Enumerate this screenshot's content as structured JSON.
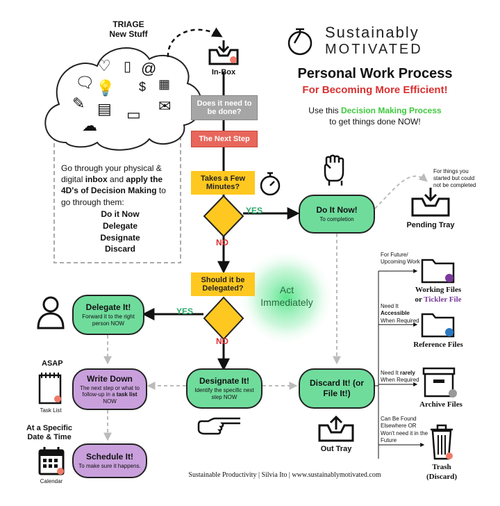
{
  "brand": {
    "line1": "Sustainably",
    "line2": "MOTIVATED"
  },
  "title": {
    "main": "Personal Work Process",
    "sub": "For Becoming More Efficient!"
  },
  "intro": {
    "pre": "Use this ",
    "highlight": "Decision Making Process",
    "post": "to get things done NOW!"
  },
  "triage": {
    "title1": "TRIAGE",
    "title2": "New Stuff"
  },
  "instructions": {
    "p1": "Go through your physical &",
    "p2a": "digital ",
    "p2b": "inbox",
    "p2c": " and ",
    "p2d": "apply the",
    "p3": "4D's of Decision Making",
    "p3b": " to",
    "p4": "go through them:",
    "list": [
      "Do it Now",
      "Delegate",
      "Designate",
      "Discard"
    ]
  },
  "inbox": {
    "label": "In-Box"
  },
  "steps": {
    "need": "Does it need to be done?",
    "next": "The Next Step",
    "takes": "Takes a Few Minutes?",
    "delegated": "Should it be Delegated?"
  },
  "branches": {
    "yes1": "YES",
    "no1": "NO",
    "yes2": "YES",
    "no2": "NO"
  },
  "act": "Act Immediately",
  "doit": {
    "title": "Do It Now!",
    "sub": "To completion"
  },
  "pending": {
    "note": "For things you started but could not be completed",
    "label": "Pending Tray"
  },
  "delegate": {
    "title": "Delegate It!",
    "sub": "Forward it to the right person NOW"
  },
  "designate": {
    "title": "Designate It!",
    "sub": "Identify the specific next step NOW"
  },
  "discard": {
    "title": "Discard It! (or File It!)"
  },
  "outtray": {
    "label": "Out Tray"
  },
  "writedown": {
    "title": "Write Down",
    "sub1": "The next step or what to follow-up in a ",
    "sub_b": "task list",
    "sub2": " NOW"
  },
  "schedule": {
    "title": "Schedule It!",
    "sub": "To make sure it happens."
  },
  "asap": {
    "label": "ASAP",
    "caption": "Task List"
  },
  "specific": {
    "label": "At a Specific Date & Time",
    "caption": "Calendar"
  },
  "files": {
    "working_note": "For Future/ Upcoming Work",
    "working_label": "Working Files",
    "working_or": "or ",
    "tickler": "Tickler File",
    "ref_note1": "Need It",
    "ref_note2": "Accessible",
    "ref_note3": "When Required",
    "ref_label": "Reference Files",
    "archive_note1": "Need It ",
    "archive_note2": "rarely",
    "archive_note3": "When Required",
    "archive_label": "Archive Files",
    "trash_note": "Can Be Found Elsewhere OR Won't need it in the Future",
    "trash_label1": "Trash",
    "trash_label2": "(Discard)"
  },
  "footer": "Sustainable Productivity | Silvia Ito | www.sustainablymotivated.com",
  "colors": {
    "green": "#6fdc9c",
    "purple": "#c9a0dc",
    "yellow": "#ffc820",
    "red": "#e8665b",
    "gray": "#a6a6a6",
    "highlight_green": "#3ec93e",
    "subtitle_red": "#d93030",
    "tickler": "#7a3a9a"
  }
}
